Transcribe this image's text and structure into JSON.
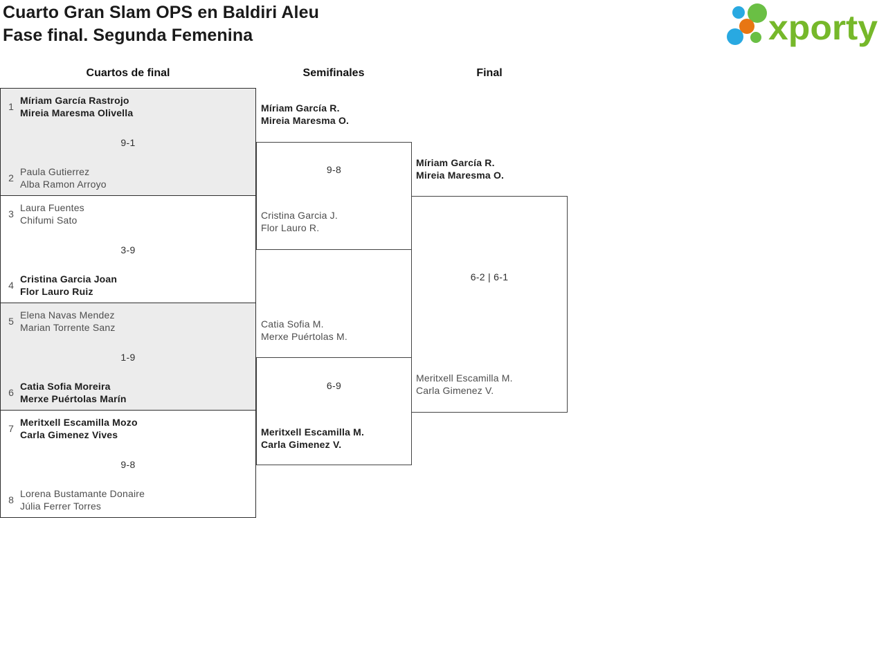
{
  "header": {
    "title_line1": "Cuarto Gran Slam OPS en Baldiri Aleu",
    "title_line2": "Fase final. Segunda Femenina",
    "logo_text": "xporty"
  },
  "colors": {
    "logo_green": "#76b82a",
    "logo_dot_green": "#6abf44",
    "logo_blue": "#29a9e1",
    "logo_orange": "#e87613",
    "match_alt_bg": "#ececec",
    "border_dark": "#2d2d2d",
    "text_dark": "#1d1d1d",
    "text_gray": "#4d4d4d"
  },
  "rounds": [
    {
      "label": "Cuartos de final"
    },
    {
      "label": "Semifinales"
    },
    {
      "label": "Final"
    }
  ],
  "bracket": {
    "quarterfinals": [
      {
        "seed1": "1",
        "team1": {
          "line1": "Míriam García Rastrojo",
          "line2": "Mireia Maresma Olivella",
          "winner": true
        },
        "score": "9-1",
        "seed2": "2",
        "team2": {
          "line1": "Paula Gutierrez",
          "line2": "Alba Ramon Arroyo",
          "winner": false
        }
      },
      {
        "seed1": "3",
        "team1": {
          "line1": "Laura Fuentes",
          "line2": "Chifumi Sato",
          "winner": false
        },
        "score": "3-9",
        "seed2": "4",
        "team2": {
          "line1": "Cristina Garcia Joan",
          "line2": "Flor Lauro Ruiz",
          "winner": true
        }
      },
      {
        "seed1": "5",
        "team1": {
          "line1": "Elena Navas Mendez",
          "line2": "Marian Torrente Sanz",
          "winner": false
        },
        "score": "1-9",
        "seed2": "6",
        "team2": {
          "line1": "Catia Sofia Moreira",
          "line2": "Merxe Puértolas Marín",
          "winner": true
        }
      },
      {
        "seed1": "7",
        "team1": {
          "line1": "Meritxell Escamilla Mozo",
          "line2": "Carla Gimenez Vives",
          "winner": true
        },
        "score": "9-8",
        "seed2": "8",
        "team2": {
          "line1": "Lorena Bustamante Donaire",
          "line2": "Júlia Ferrer Torres",
          "winner": false
        }
      }
    ],
    "semifinals": [
      {
        "team1": {
          "line1": "Míriam García R.",
          "line2": "Mireia Maresma O.",
          "winner": true
        },
        "score": "9-8",
        "team2": {
          "line1": "Cristina Garcia J.",
          "line2": "Flor Lauro R.",
          "winner": false
        }
      },
      {
        "team1": {
          "line1": "Catia Sofia M.",
          "line2": "Merxe Puértolas M.",
          "winner": false
        },
        "score": "6-9",
        "team2": {
          "line1": "Meritxell Escamilla M.",
          "line2": "Carla Gimenez V.",
          "winner": true
        }
      }
    ],
    "final": {
      "team1": {
        "line1": "Míriam García R.",
        "line2": "Mireia Maresma O.",
        "winner": true
      },
      "score": "6-2 | 6-1",
      "team2": {
        "line1": "Meritxell Escamilla M.",
        "line2": "Carla Gimenez V.",
        "winner": false
      }
    }
  }
}
